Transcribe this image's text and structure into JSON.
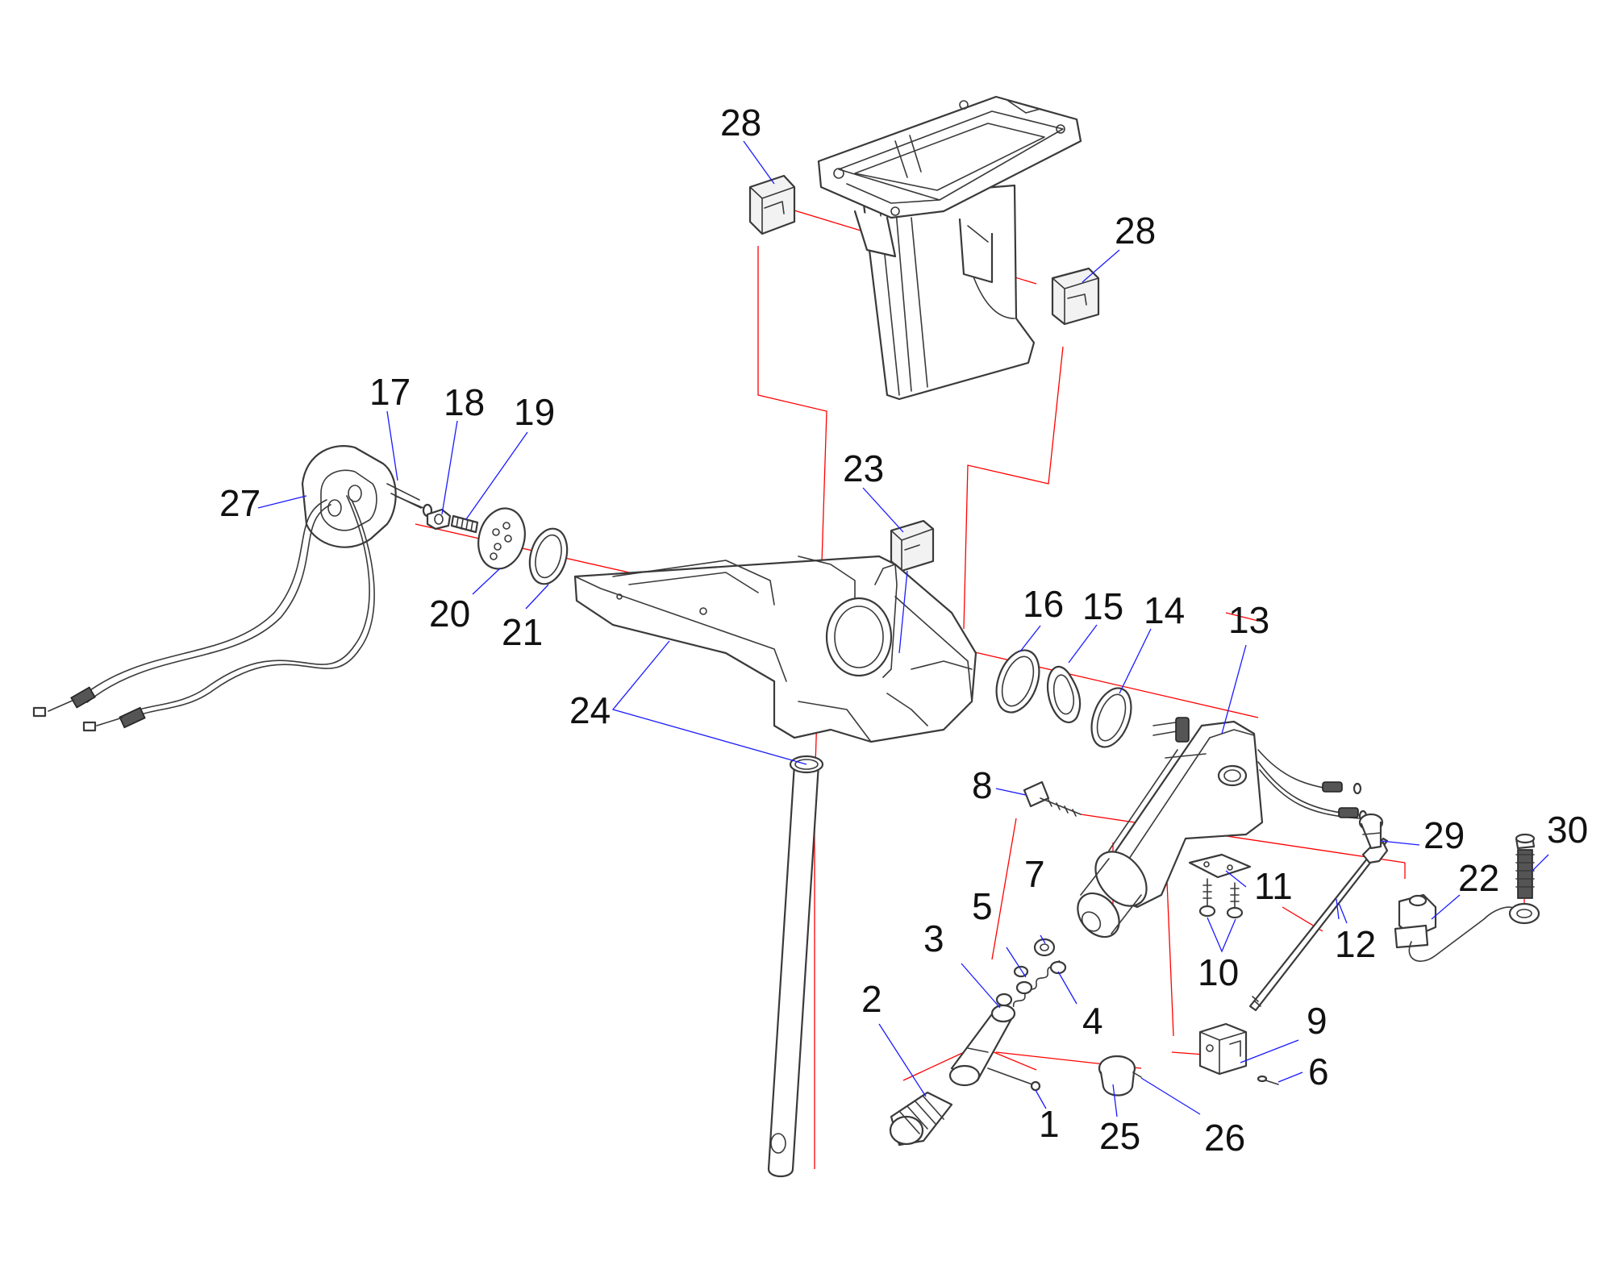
{
  "callouts": [
    {
      "id": "c1",
      "text": "1"
    },
    {
      "id": "c2",
      "text": "2"
    },
    {
      "id": "c3",
      "text": "3"
    },
    {
      "id": "c4",
      "text": "4"
    },
    {
      "id": "c5",
      "text": "5"
    },
    {
      "id": "c6",
      "text": "6"
    },
    {
      "id": "c7",
      "text": "7"
    },
    {
      "id": "c8",
      "text": "8"
    },
    {
      "id": "c9",
      "text": "9"
    },
    {
      "id": "c10",
      "text": "10"
    },
    {
      "id": "c11",
      "text": "11"
    },
    {
      "id": "c12",
      "text": "12"
    },
    {
      "id": "c13",
      "text": "13"
    },
    {
      "id": "c14",
      "text": "14"
    },
    {
      "id": "c15",
      "text": "15"
    },
    {
      "id": "c16",
      "text": "16"
    },
    {
      "id": "c17",
      "text": "17"
    },
    {
      "id": "c18",
      "text": "18"
    },
    {
      "id": "c19",
      "text": "19"
    },
    {
      "id": "c20",
      "text": "20"
    },
    {
      "id": "c21",
      "text": "21"
    },
    {
      "id": "c22",
      "text": "22"
    },
    {
      "id": "c23",
      "text": "23"
    },
    {
      "id": "c24",
      "text": "24"
    },
    {
      "id": "c25",
      "text": "25"
    },
    {
      "id": "c26",
      "text": "26"
    },
    {
      "id": "c27",
      "text": "27"
    },
    {
      "id": "c28a",
      "text": "28"
    },
    {
      "id": "c28b",
      "text": "28"
    },
    {
      "id": "c29",
      "text": "29"
    },
    {
      "id": "c30",
      "text": "30"
    }
  ],
  "colors": {
    "assembly_line": "#ff0000",
    "leader_line": "#1b1bff",
    "part_outline": "#3a3a3a"
  }
}
